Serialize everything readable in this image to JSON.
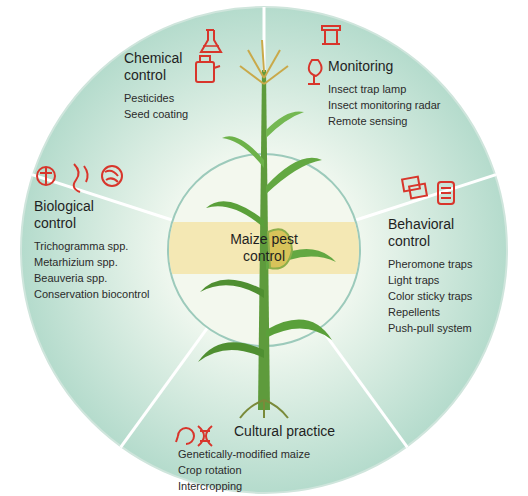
{
  "diagram": {
    "nodes": [
      {
        "text": [
          "Chemical control",
          "Pesticides",
          "Seed coating"
        ]
      },
      {
        "text": [
          "Monitoring",
          "Insect trap lamp",
          "Insect monitoring radar",
          "Remote sensing"
        ]
      },
      {
        "text": [
          "Biological control",
          "Trichogramma spp.",
          "Metarhizium spp.",
          "Beauveria spp.",
          "Conservation biocontrol"
        ]
      },
      {
        "text": [
          "Behavioral control",
          "Pheromone traps",
          "Light traps",
          "Color sticky traps",
          "Repellents",
          "Push-pull system"
        ]
      },
      {
        "text": [
          "Cultural practice",
          "Genetically-modified maize",
          "Crop rotation",
          "Intercropping"
        ]
      },
      {
        "text": [
          "Maize pest control"
        ]
      }
    ]
  }
}
